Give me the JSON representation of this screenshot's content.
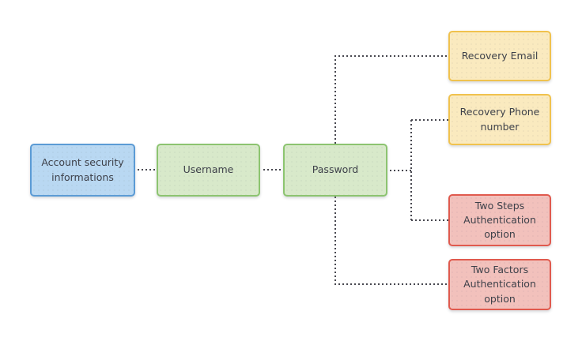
{
  "diagram": {
    "nodes": {
      "account_security": {
        "label": "Account security informations",
        "color": "blue"
      },
      "username": {
        "label": "Username",
        "color": "green"
      },
      "password": {
        "label": "Password",
        "color": "green"
      },
      "recovery_email": {
        "label": "Recovery Email",
        "color": "yellow"
      },
      "recovery_phone": {
        "label": "Recovery Phone number",
        "color": "yellow"
      },
      "two_steps": {
        "label": "Two Steps Authentication option",
        "color": "red"
      },
      "two_factors": {
        "label": "Two Factors Authentication option",
        "color": "red"
      }
    },
    "edges": [
      {
        "from": "account_security",
        "to": "username"
      },
      {
        "from": "username",
        "to": "password"
      },
      {
        "from": "password",
        "to": "recovery_email"
      },
      {
        "from": "password",
        "to": "recovery_phone"
      },
      {
        "from": "password",
        "to": "two_steps"
      },
      {
        "from": "password",
        "to": "two_factors"
      }
    ],
    "colors": {
      "blue_fill": "#b9d8f2",
      "blue_border": "#5b9bd5",
      "green_fill": "#d8e9ca",
      "green_border": "#8cc470",
      "yellow_fill": "#faeabf",
      "yellow_border": "#f0c24e",
      "red_fill": "#f2c1bc",
      "red_border": "#e05a4e",
      "connector": "#47474f",
      "text": "#3e414a",
      "background": "#ffffff"
    },
    "connector_style": "dotted"
  }
}
